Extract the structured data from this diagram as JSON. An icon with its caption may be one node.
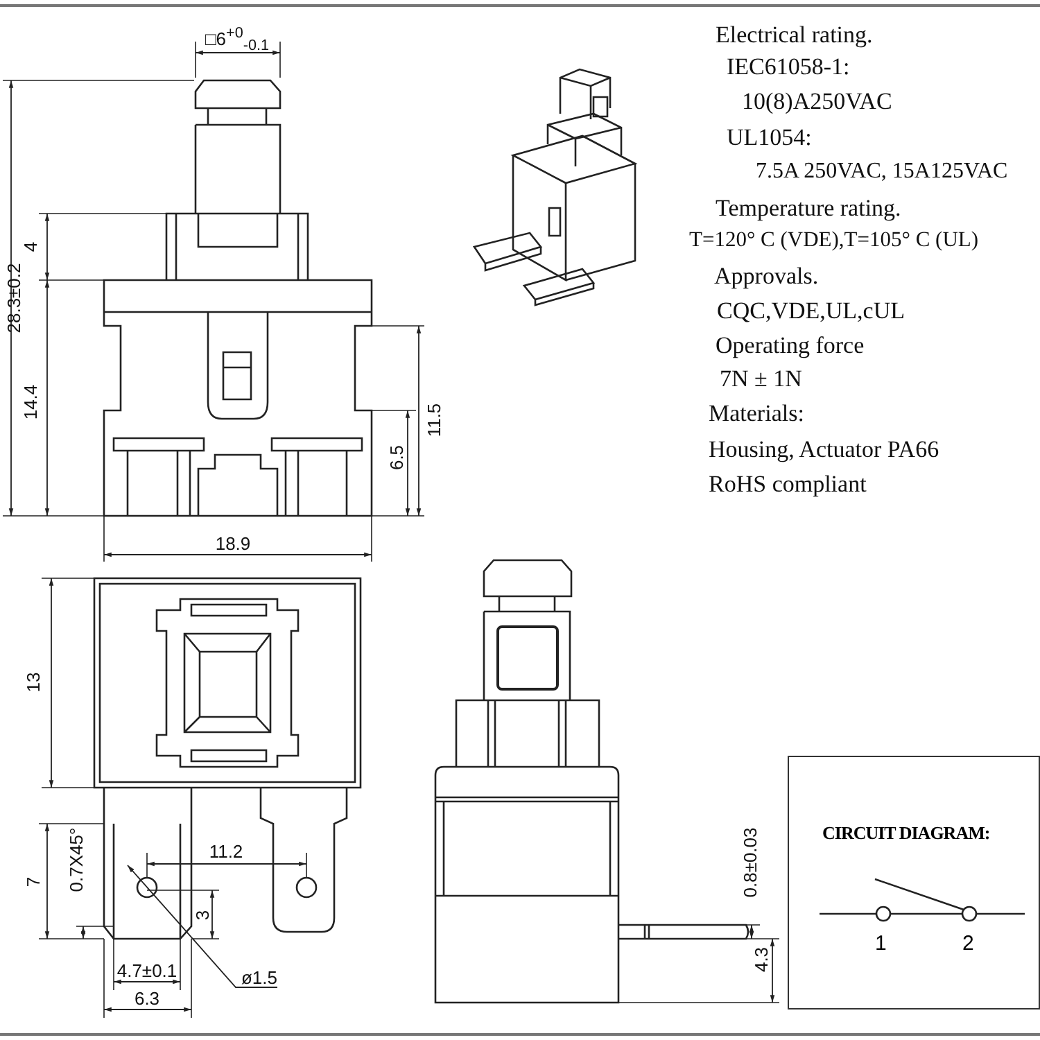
{
  "diagram": {
    "nodes": [
      {
        "text": [
          "CIRCUIT DIAGRAM:",
          "1",
          "2"
        ]
      }
    ],
    "labels": [
      "□6$^{+0}$$_{-0.1}$",
      "28.3±0.2",
      "4",
      "14.4",
      "6.5",
      "11.5",
      "Electrical rating.",
      "IEC61058-1:",
      "10(8)A250VAC",
      "UL1054:",
      "7.5A 250VAC, 15A125VAC",
      "Temperature rating.",
      "T=120° C (VDE),T=105° C (UL)",
      "Approvals.",
      "CQC,VDE,UL,cUL",
      "Operating force",
      "7N ± 1N",
      "Materials:",
      "Housing, Actuator PA66",
      "RoHS compliant",
      "18.9",
      "13",
      "0.7X45°",
      "7",
      "11.2",
      "3",
      "4.7±0.1",
      "6.3",
      "ø1.5",
      "0.8±0.03",
      "4.3"
    ]
  }
}
